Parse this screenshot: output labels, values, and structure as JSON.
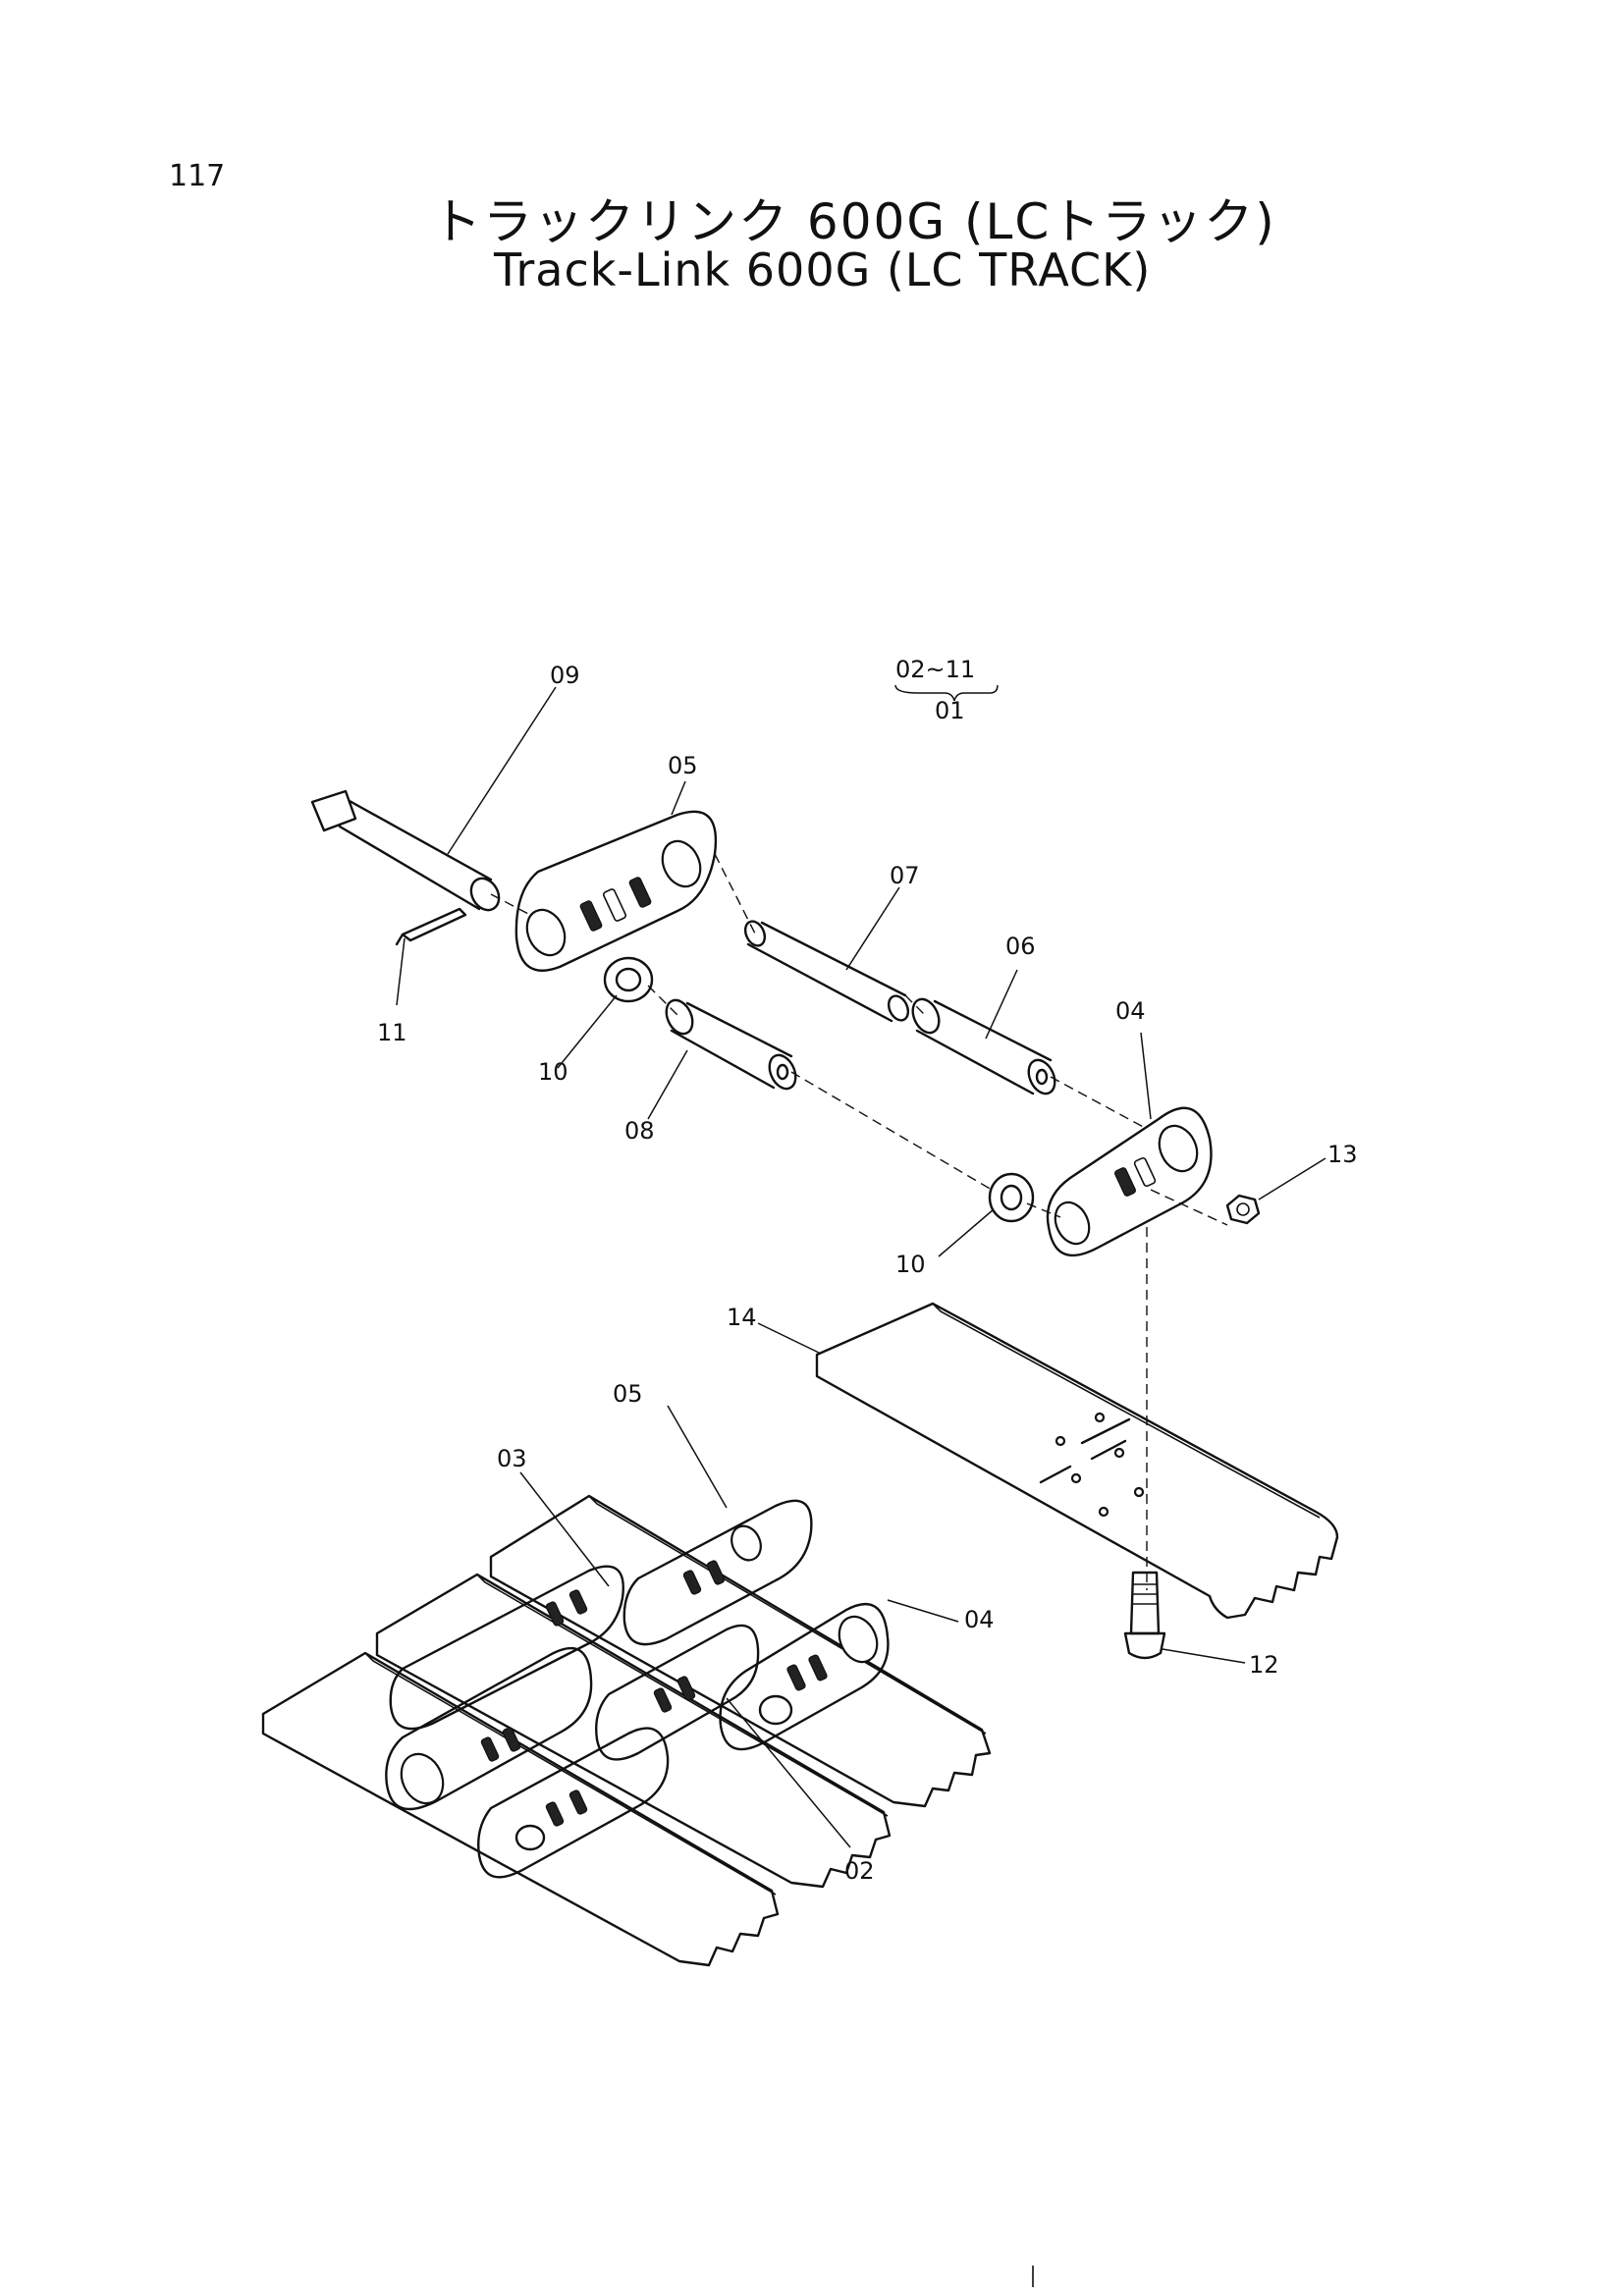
{
  "page_number": "117",
  "title_jp": "トラックリンク 600G (LCトラック)",
  "title_en": "Track-Link 600G (LC TRACK)",
  "assembly_note": {
    "numerator": "02~11",
    "denominator": "01"
  },
  "callouts": {
    "c09": "09",
    "c05a": "05",
    "c07": "07",
    "c06": "06",
    "c04a": "04",
    "c11": "11",
    "c10a": "10",
    "c08": "08",
    "c13": "13",
    "c10b": "10",
    "c14": "14",
    "c05b": "05",
    "c03": "03",
    "c04b": "04",
    "c12": "12",
    "c02": "02"
  }
}
